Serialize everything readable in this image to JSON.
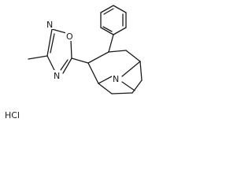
{
  "structure": {
    "atoms": {
      "oxygen": "O",
      "ring_nitrogen_top": "N",
      "ring_nitrogen_bottom": "N",
      "bridge_nitrogen": "N"
    },
    "salt": "HCl"
  }
}
